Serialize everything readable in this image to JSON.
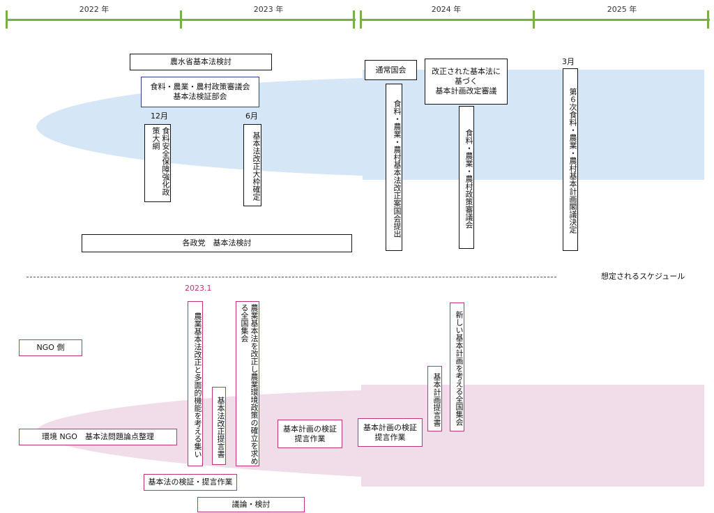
{
  "timeline": {
    "years": [
      "2022 年",
      "2023 年",
      "2024 年",
      "2025 年"
    ],
    "color": "#78b045"
  },
  "gov": {
    "nousui": "農水省基本法検討",
    "council": "食料・農業・農村政策審議会\n基本法検証部会",
    "dec_label": "12月",
    "jun_label": "6月",
    "security": "食料安全保障強化政策大綱",
    "outline": "基本法改正大枠確定",
    "parties": "各政党　基本法検討",
    "diet": "通常国会",
    "bill": "食料・農業・農村基本法改正案国会提出",
    "revised": "改正された基本法に\n基づく\n基本計画改定審議",
    "council2": "食料・農業・農村政策審議会",
    "mar_label": "3月",
    "plan6": "第６次食料・農業・農村基本計画閣議決定",
    "band_color": "#d5e6f7"
  },
  "schedule_note": "想定されるスケジュール",
  "ngo": {
    "side": "NGO 側",
    "env": "環境 NGO　基本法問題論点整理",
    "date": "2023.1",
    "gathering": "農業基本法改正と多面的機能を考える集い",
    "proposal": "基本法改正提言書",
    "national": "農業基本法を改正し農業環境政策の確立を求める全国集会",
    "verify1": "基本計画の検証\n提言作業",
    "verify2": "基本計画の検証\n提言作業",
    "plan_proposal": "基本計画提言書",
    "new_plan": "新しい基本計画を考える全国集会",
    "law_verify": "基本法の検証・提言作業",
    "discussion": "議論・検討",
    "accent": "#c4307a",
    "band_color": "#f1dde9"
  }
}
